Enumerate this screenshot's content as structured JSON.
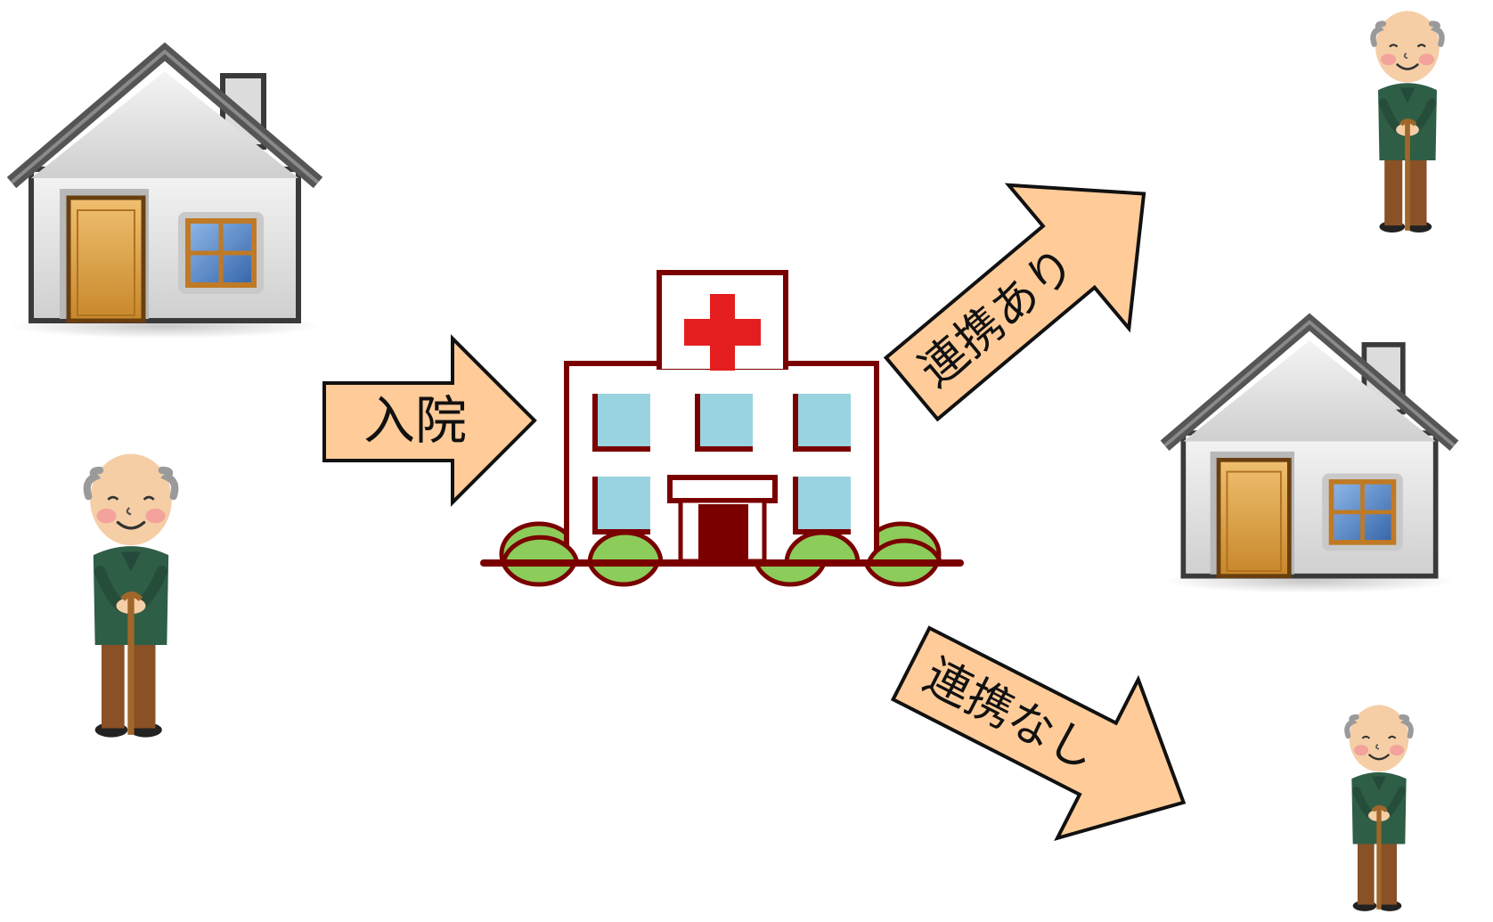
{
  "arrows": {
    "admission": "入院",
    "with_coordination": "連携あり",
    "without_coordination": "連携なし"
  },
  "icons": {
    "home_before": "house-icon",
    "patient_before": "elderly-man-with-cane-icon",
    "hospital": "hospital-icon",
    "home_after": "house-icon",
    "patient_healthy": "elderly-man-with-cane-icon",
    "patient_declined": "elderly-man-with-cane-icon"
  },
  "colors": {
    "arrow_fill": "#ffcc99",
    "arrow_stroke": "#111111",
    "hospital_outline": "#7a0000",
    "hospital_cross": "#e41e1e",
    "hospital_window": "#99d3e0",
    "hospital_bush": "#8ccc5a",
    "house_roof": "#4a4a4a",
    "house_wall": "#e6e6e6",
    "house_door": "#d99a35",
    "house_window": "#4f7fc4",
    "person_jacket": "#2f5e46",
    "person_pants": "#8a5127",
    "person_skin": "#f5cea6"
  }
}
